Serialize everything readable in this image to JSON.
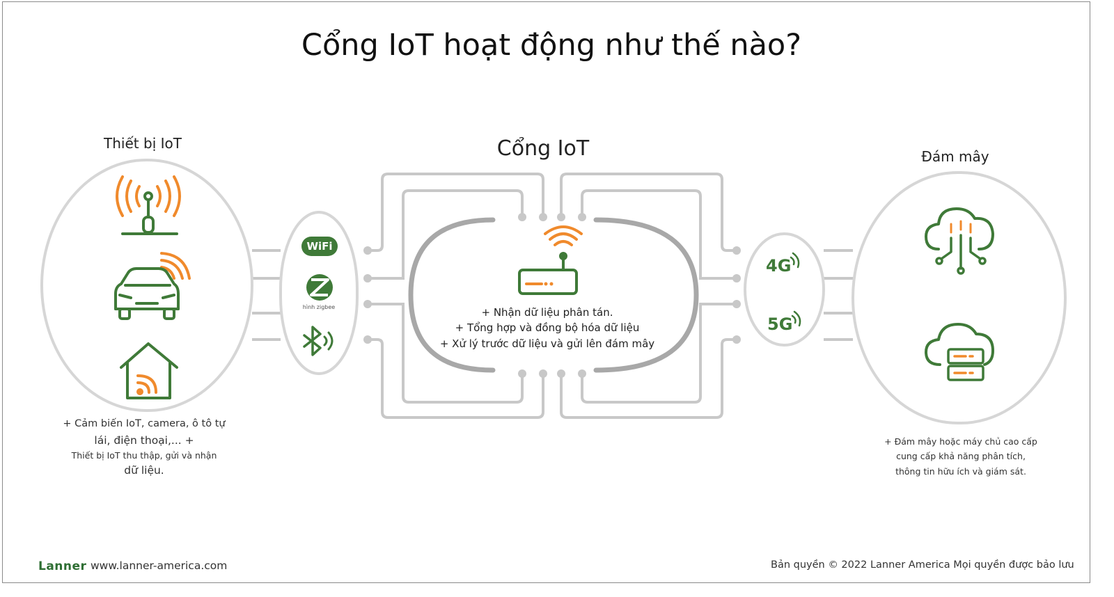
{
  "title": "Cổng IoT hoạt động như thế nào?",
  "devices": {
    "heading": "Thiết bị IoT",
    "icons": [
      "antenna-icon",
      "car-icon",
      "smart-home-icon"
    ],
    "description": [
      "+ Cảm biến IoT, camera, ô tô tự",
      "lái, điện thoại,... +",
      "Thiết bị IoT thu thập, gửi và nhận",
      "dữ liệu."
    ]
  },
  "protocols": {
    "wifi_label": "WiFi",
    "zigbee_caption": "hình zigbee",
    "icons": [
      "wifi-badge-icon",
      "zigbee-icon",
      "bluetooth-icon"
    ]
  },
  "gateway": {
    "heading": "Cổng IoT",
    "icon": "router-icon",
    "description": [
      "+ Nhận dữ liệu phân tán.",
      "+ Tổng hợp và đồng bộ hóa dữ liệu",
      "+ Xử lý trước dữ liệu và gửi lên đám mây"
    ]
  },
  "networks": {
    "items": [
      "4G",
      "5G"
    ]
  },
  "cloud": {
    "heading": "Đám mây",
    "icons": [
      "cloud-network-icon",
      "cloud-server-icon"
    ],
    "description": [
      "+ Đám mây hoặc máy chủ cao cấp",
      "cung cấp khả năng phân tích,",
      "thông tin hữu ích và giám sát."
    ]
  },
  "footer": {
    "logo": "Lanner",
    "website": "www.lanner-america.com",
    "copyright": "Bản quyền © 2022 Lanner America Mọi quyền được bảo lưu"
  },
  "colors": {
    "green": "#3f7a38",
    "orange": "#f08a2c",
    "gray": "#c8c8c8",
    "dark_gray": "#a8a8a8"
  }
}
